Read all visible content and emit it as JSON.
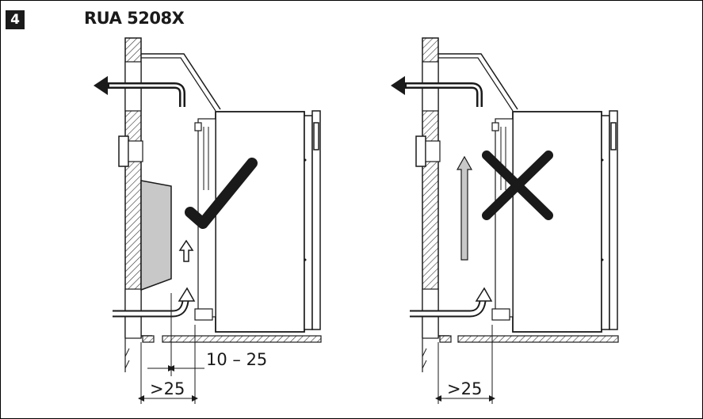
{
  "header": {
    "step": "4",
    "model": "RUA 5208X"
  },
  "panels": [
    {
      "verdict": "correct",
      "verdict_icon": "checkmark-icon",
      "dimensions": {
        "outer_gap": ">25",
        "inner_gap": "10 – 25"
      }
    },
    {
      "verdict": "incorrect",
      "verdict_icon": "cross-icon",
      "dimensions": {
        "outer_gap": ">25"
      }
    }
  ],
  "colors": {
    "ink": "#1a1a1a",
    "baffle": "#c8c8c8",
    "hatch": "#333333"
  }
}
